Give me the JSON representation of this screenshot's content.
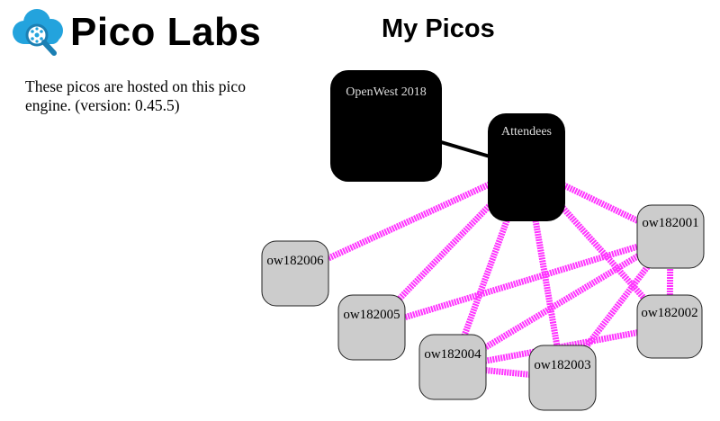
{
  "brand": {
    "title": "Pico Labs",
    "logo_icon": "cloud-search-icon"
  },
  "page": {
    "heading": "My Picos"
  },
  "info": {
    "text": "These picos are hosted on this pico engine. (version: 0.45.5)"
  },
  "colors": {
    "owner_pico": "#000000",
    "child_pico": "#cccccc",
    "parent_link": "#000000",
    "subscription_link": "#ff33ff"
  },
  "graph": {
    "picos": [
      {
        "id": "openwest",
        "label": "OpenWest 2018",
        "kind": "owner"
      },
      {
        "id": "attendees",
        "label": "Attendees",
        "kind": "owner"
      },
      {
        "id": "ow182001",
        "label": "ow182001",
        "kind": "child"
      },
      {
        "id": "ow182002",
        "label": "ow182002",
        "kind": "child"
      },
      {
        "id": "ow182003",
        "label": "ow182003",
        "kind": "child"
      },
      {
        "id": "ow182004",
        "label": "ow182004",
        "kind": "child"
      },
      {
        "id": "ow182005",
        "label": "ow182005",
        "kind": "child"
      },
      {
        "id": "ow182006",
        "label": "ow182006",
        "kind": "child"
      }
    ],
    "parent_links": [
      [
        "openwest",
        "attendees"
      ]
    ],
    "subscription_links": [
      [
        "attendees",
        "ow182001"
      ],
      [
        "attendees",
        "ow182002"
      ],
      [
        "attendees",
        "ow182003"
      ],
      [
        "attendees",
        "ow182004"
      ],
      [
        "attendees",
        "ow182005"
      ],
      [
        "attendees",
        "ow182006"
      ],
      [
        "ow182001",
        "ow182002"
      ],
      [
        "ow182001",
        "ow182003"
      ],
      [
        "ow182001",
        "ow182004"
      ],
      [
        "ow182001",
        "ow182005"
      ],
      [
        "ow182002",
        "ow182004"
      ],
      [
        "ow182003",
        "ow182004"
      ]
    ]
  }
}
